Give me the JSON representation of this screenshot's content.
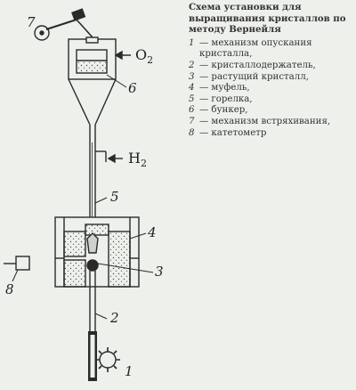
{
  "caption": {
    "title": "Схема установки для выращивания кристаллов по методу Вернейля"
  },
  "legend": [
    {
      "num": "1",
      "text": "— механизм опускания кристалла,"
    },
    {
      "num": "2",
      "text": "— кристаллодержатель,"
    },
    {
      "num": "3",
      "text": "— растущий кристалл,"
    },
    {
      "num": "4",
      "text": "— муфель,"
    },
    {
      "num": "5",
      "text": "— горелка,"
    },
    {
      "num": "6",
      "text": "— бункер,"
    },
    {
      "num": "7",
      "text": "— механизм встряхивания,"
    },
    {
      "num": "8",
      "text": "— катетометр"
    }
  ],
  "gases": {
    "oxygen": {
      "symbol": "O",
      "sub": "2"
    },
    "hydrogen": {
      "symbol": "H",
      "sub": "2"
    }
  },
  "labels": {
    "n1": "1",
    "n2": "2",
    "n3": "3",
    "n4": "4",
    "n5": "5",
    "n6": "6",
    "n7": "7",
    "n8": "8"
  },
  "colors": {
    "ink": "#2a2a2a",
    "paper": "#eef0ec",
    "speckle": "#4a4a4a"
  }
}
